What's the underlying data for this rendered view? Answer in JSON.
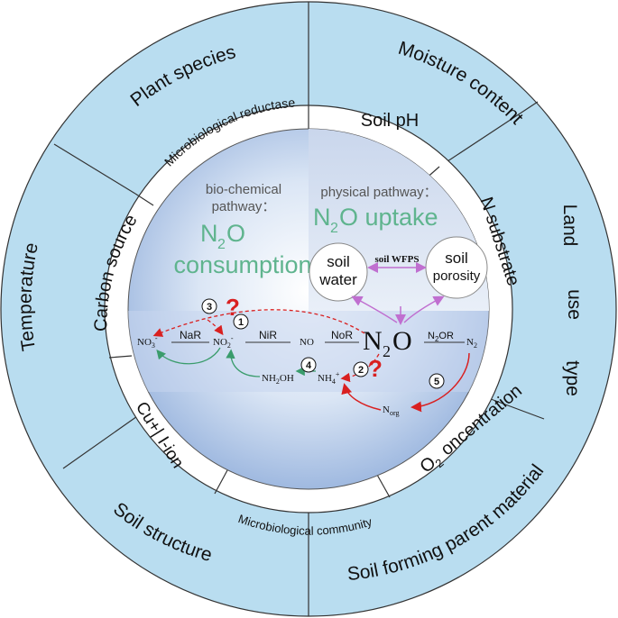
{
  "outer_ring": {
    "plant_species": "Plant species",
    "moisture_content": "Moisture content",
    "land": "Land",
    "use": "use",
    "type": "type",
    "soil_forming_parent_material": "Soil forming parent material",
    "soil_structure": "Soil  structure",
    "temperature": "Temperature"
  },
  "middle_ring": {
    "microbiological_reductase": "Microbiological reductase",
    "soil_ph": "Soil   pH",
    "n_substrate": "N substrate",
    "o2_prefix": "O",
    "o2_sub": "2",
    "o2_concentration": "oncentration",
    "microbiological_community": "Microbiological community",
    "cu_fe_ion": "Cu+| I-ion",
    "carbon_source": "Carbon source"
  },
  "left_panel": {
    "title_line1": "bio-chemical",
    "title_line2": "pathway：",
    "n2o_n": "N",
    "n2o_2": "2",
    "n2o_o": "O",
    "consumption": "consumption"
  },
  "right_panel": {
    "title": "physical pathway：",
    "n2o_n": "N",
    "n2o_2": "2",
    "uptake": "O uptake",
    "soil_water_1": "soil",
    "soil_water_2": "water",
    "soil_wfps": "soil WFPS",
    "soil_porosity_1": "soil",
    "soil_porosity_2": "porosity"
  },
  "pathway": {
    "no3": "NO",
    "no3_sub": "3",
    "no3_sup": "-",
    "nar": "NaR",
    "no2": "NO",
    "no2_sub": "2",
    "no2_sup": "-",
    "nir": "NiR",
    "no": "NO",
    "nor": "NoR",
    "n2o_big_n": "N",
    "n2o_big_2": "2",
    "n2o_big_o": "O",
    "n2or": "N",
    "n2or_sub": "2",
    "n2or_rest": "OR",
    "n2": "N",
    "n2_sub": "2",
    "nh2oh": "NH",
    "nh2oh_sub": "2",
    "nh2oh_rest": "OH",
    "nh4": "NH",
    "nh4_sub": "4",
    "nh4_sup": "+",
    "norg": "N",
    "norg_sub": "org",
    "step1": "1",
    "step2": "2",
    "step3": "3",
    "step4": "4",
    "step5": "5",
    "question": "?"
  },
  "colors": {
    "outer_ring": "#b9ddf0",
    "center_blue": "#c6d6ef",
    "green_text": "#5fb48e",
    "red": "#d92020",
    "magenta": "#c06fd0",
    "green_arrow": "#3a9c6c"
  }
}
